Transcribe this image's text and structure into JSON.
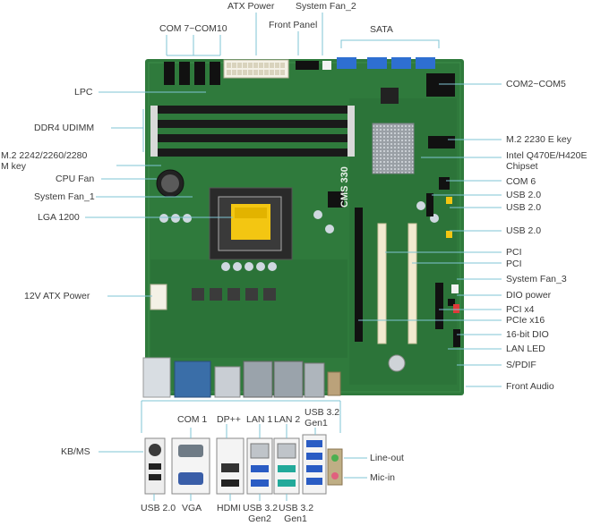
{
  "labels": {
    "atx_power": "ATX Power",
    "system_fan_2": "System Fan_2",
    "com7_com10": "COM 7~COM10",
    "front_panel": "Front Panel",
    "sata": "SATA",
    "lpc": "LPC",
    "com2_com5": "COM2~COM5",
    "ddr4": "DDR4 UDIMM",
    "m2_2230": "M.2 2230 E key",
    "m2_2242_line1": "M.2 2242/2260/2280",
    "m2_2242_line2": "M key",
    "intel_chipset_line1": "Intel Q470E/H420E",
    "intel_chipset_line2": "Chipset",
    "cpu_fan": "CPU Fan",
    "com6": "COM 6",
    "system_fan_1": "System Fan_1",
    "usb20_a": "USB 2.0",
    "usb20_b": "USB 2.0",
    "lga1200": "LGA 1200",
    "usb20_c": "USB 2.0",
    "pci_1": "PCI",
    "pci_2": "PCI",
    "system_fan_3": "System Fan_3",
    "atx12v": "12V ATX Power",
    "dio_power": "DIO power",
    "pci_x4": "PCI x4",
    "pcie_x16": "PCIe x16",
    "dio16": "16-bit DIO",
    "lan_led": "LAN LED",
    "spdif": "S/PDIF",
    "front_audio": "Front Audio",
    "com1": "COM 1",
    "dp": "DP++",
    "lan1": "LAN 1",
    "lan2": "LAN 2",
    "usb32_gen1_top_line1": "USB 3.2",
    "usb32_gen1_top_line2": "Gen1",
    "kbms": "KB/MS",
    "line_out": "Line-out",
    "mic_in": "Mic-in",
    "usb20_bottom": "USB 2.0",
    "vga": "VGA",
    "hdmi": "HDMI",
    "usb32_gen2_line1": "USB 3.2",
    "usb32_gen2_line2": "Gen2",
    "usb32_gen1_bot_line1": "USB 3.2",
    "usb32_gen1_bot_line2": "Gen1"
  },
  "board": {
    "silkscreen_model": "CMS 330"
  },
  "colors": {
    "pcb_green": "#2f7a3c",
    "pcb_dark": "#1f5a2b",
    "leader_line": "#7fc4d4",
    "dimm_slot": "#1a1a1a",
    "pci_slot": "#f2ead0",
    "sata_blue": "#2e6fd1",
    "usb3_blue": "#2a5cc4",
    "cpu_socket_yellow": "#f3c612",
    "label_text": "#3a3a3a"
  }
}
